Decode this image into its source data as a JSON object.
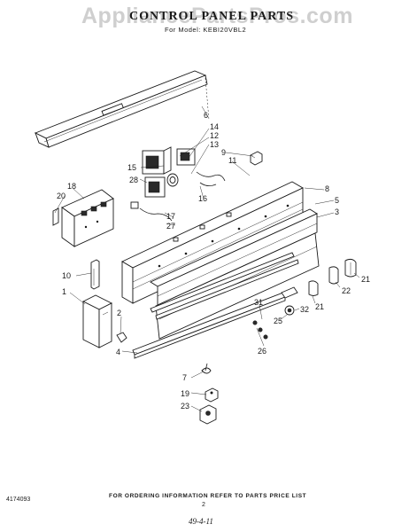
{
  "watermark": "AppliancePartsPros.com",
  "title": "CONTROL PANEL PARTS",
  "model_line": "For Model: KEBI20VBL2",
  "callouts": {
    "c1": "1",
    "c2": "2",
    "c3": "3",
    "c4": "4",
    "c5": "5",
    "c6": "6",
    "c7": "7",
    "c8": "8",
    "c9": "9",
    "c10": "10",
    "c11": "11",
    "c12": "12",
    "c13": "13",
    "c14": "14",
    "c15": "15",
    "c16": "16",
    "c17": "17",
    "c18": "18",
    "c19": "19",
    "c20": "20",
    "c21a": "21",
    "c21b": "21",
    "c22": "22",
    "c23": "23",
    "c25": "25",
    "c26": "26",
    "c27": "27",
    "c28": "28",
    "c31": "31",
    "c32": "32"
  },
  "footer": {
    "ordering_note": "FOR ORDERING INFORMATION REFER TO PARTS PRICE LIST",
    "doc_number": "4174093",
    "page_number": "2",
    "date": "49-4-11"
  }
}
